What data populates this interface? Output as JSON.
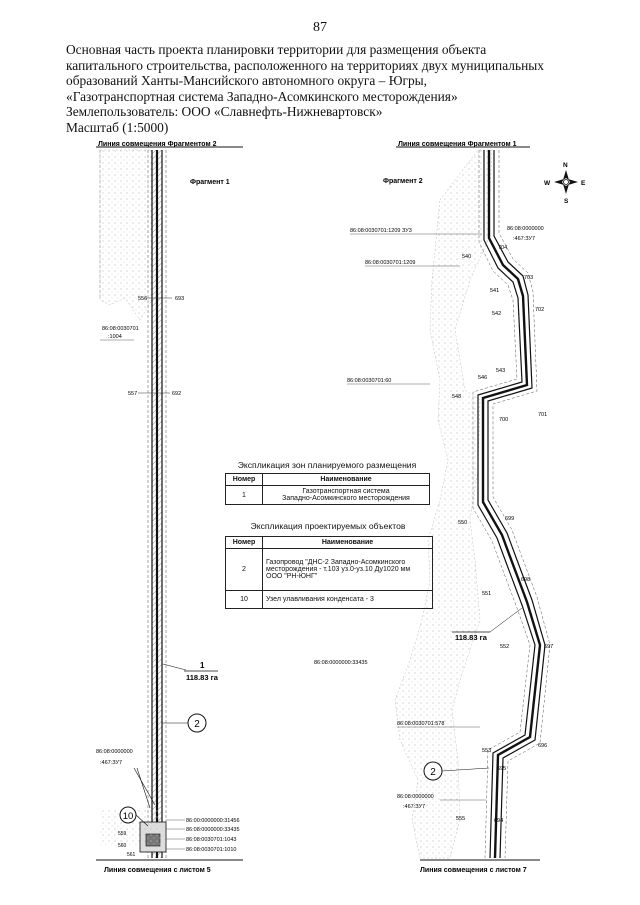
{
  "page_number": "87",
  "header": {
    "lines": [
      "Основная часть проекта планировки территории для размещения объекта",
      "капитального строительства, расположенного на территориях двух муниципальных",
      "образований Ханты-Мансийского автономного округа – Югры,",
      "«Газотранспортная система Западно-Асомкинского месторождения»",
      "Землепользователь: ООО «Славнефть-Нижневартовск»",
      "Масштаб (1:5000)"
    ]
  },
  "map": {
    "top_left_line": "Линия совмещения Фрагментом 2",
    "top_right_line": "Линия совмещения Фрагментом 1",
    "bottom_left_line": "Линия совмещения с листом 5",
    "bottom_right_line": "Линия совмещения с листом 7",
    "fragment1": "Фрагмент 1",
    "fragment2": "Фрагмент 2",
    "compass": {
      "n": "N",
      "s": "S",
      "w": "W",
      "e": "E"
    },
    "left_points": {
      "p556": "556",
      "p693": "693",
      "p557": "557",
      "p692": "692"
    },
    "left_labels": {
      "parcel_1004_a": "86:08:0030701",
      "parcel_1004_b": ":1004",
      "area_num": "1",
      "area_val": "118.83 га",
      "parcel_bottom_a": "86:08:0000000",
      "parcel_bottom_b": ":467:ЗУ7",
      "l31436": "86:00:0000000:31456",
      "l33435": "86:08:0000000:33435",
      "l1043": "86:08:0030701:1043",
      "l1010": "86:08:0030701:1010",
      "p559": "559",
      "p560": "560",
      "p561": "561"
    },
    "right_labels": {
      "l1209a": "86:08:0030701:1209 ЗУ3",
      "l1209b": "86:08:0030701:1209",
      "l467a": "86:08:0000000",
      "l467b": ":467:ЗУ7",
      "l60": "86:08:0030701:60",
      "l33435": "86:08:0000000:33435",
      "l578": "86:08:0030701:578",
      "l467c": "86:08:0000000",
      "l467d": ":467:ЗУ7",
      "area_val": "118.83 га"
    },
    "right_points": {
      "p704": "704",
      "p540": "540",
      "p703": "703",
      "p541": "541",
      "p702": "702",
      "p542": "542",
      "p543": "543",
      "p546": "546",
      "p548": "548",
      "p701": "701",
      "p700": "700",
      "p550": "550",
      "p699": "699",
      "p698": "698",
      "p551": "551",
      "p552": "552",
      "p697": "697",
      "p696": "696",
      "p553": "553",
      "p695": "695",
      "p555": "555",
      "p694": "694"
    },
    "callouts": {
      "c2_left": "2",
      "c2_right": "2",
      "c10": "10"
    }
  },
  "zones_table": {
    "title": "Экспликация зон планируемого размещения",
    "headers": [
      "Номер",
      "Наименование"
    ],
    "rows": [
      {
        "num": "1",
        "name_l1": "Газотранспортная система",
        "name_l2": "Западно-Асомкинского месторождения"
      }
    ]
  },
  "objects_table": {
    "title": "Экспликация проектируемых объектов",
    "headers": [
      "Номер",
      "Наименование"
    ],
    "rows": [
      {
        "num": "2",
        "name_l1": "Газопровод \"ДНС-2 Западно-Асомкинского",
        "name_l2": "месторождения - т.103 уз.0-уз.10 Ду1020 мм",
        "name_l3": "ООО \"РН-ЮНГ\""
      },
      {
        "num": "10",
        "name_l1": "Узел улавливания конденсата - 3"
      }
    ]
  }
}
